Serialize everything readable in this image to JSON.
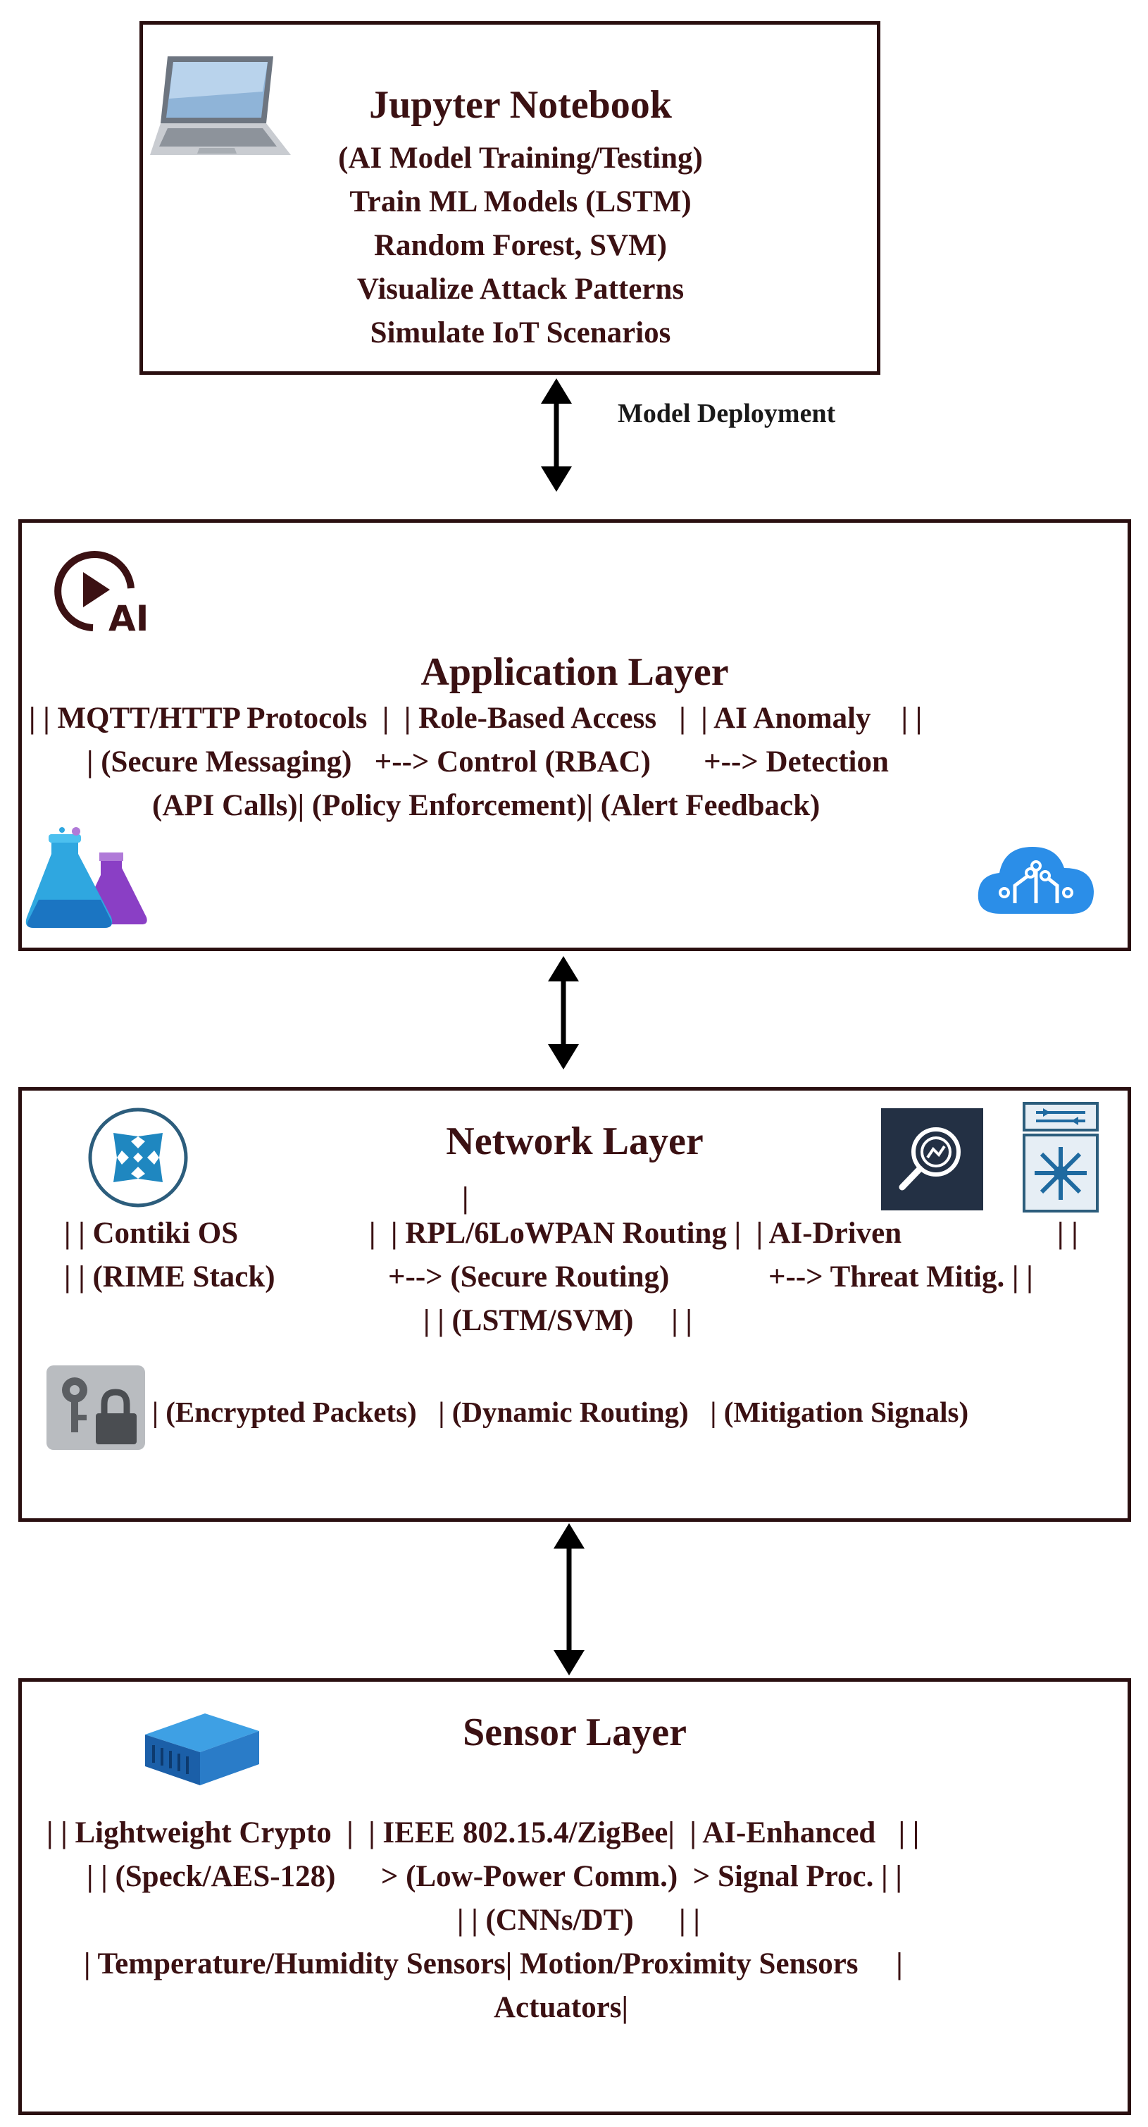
{
  "jupyter": {
    "title": "Jupyter Notebook",
    "lines": [
      "(AI Model Training/Testing)",
      "Train ML Models (LSTM)",
      "Random Forest, SVM)",
      "Visualize Attack Patterns",
      "Simulate IoT Scenarios"
    ]
  },
  "edge_label": "Model Deployment",
  "application": {
    "title": "Application Layer",
    "lines": [
      "| | MQTT/HTTP Protocols  |  | Role-Based Access   |  | AI Anomaly    | |",
      "| (Secure Messaging)   +--> Control (RBAC)       +--> Detection",
      "(API Calls)| (Policy Enforcement)| (Alert Feedback)"
    ]
  },
  "network": {
    "title": "Network Layer",
    "pipe": "|",
    "row1": [
      "| | Contiki OS",
      "|  | RPL/6LoWPAN Routing |  | AI-Driven",
      "| |"
    ],
    "row2": [
      "| | (RIME Stack)",
      "+--> (Secure Routing)",
      "+--> Threat Mitig. | |"
    ],
    "row3": "| | (LSTM/SVM)     | |",
    "row4": "| (Encrypted Packets)   | (Dynamic Routing)   | (Mitigation Signals)"
  },
  "sensor": {
    "title": "Sensor Layer",
    "lines": [
      "| | Lightweight Crypto  |  | IEEE 802.15.4/ZigBee|  | AI-Enhanced   | |",
      "| | (Speck/AES-128)      > (Low-Power Comm.)  > Signal Proc. | |",
      "| | (CNNs/DT)      | |",
      "| Temperature/Humidity Sensors| Motion/Proximity Sensors     |",
      "Actuators|"
    ]
  }
}
